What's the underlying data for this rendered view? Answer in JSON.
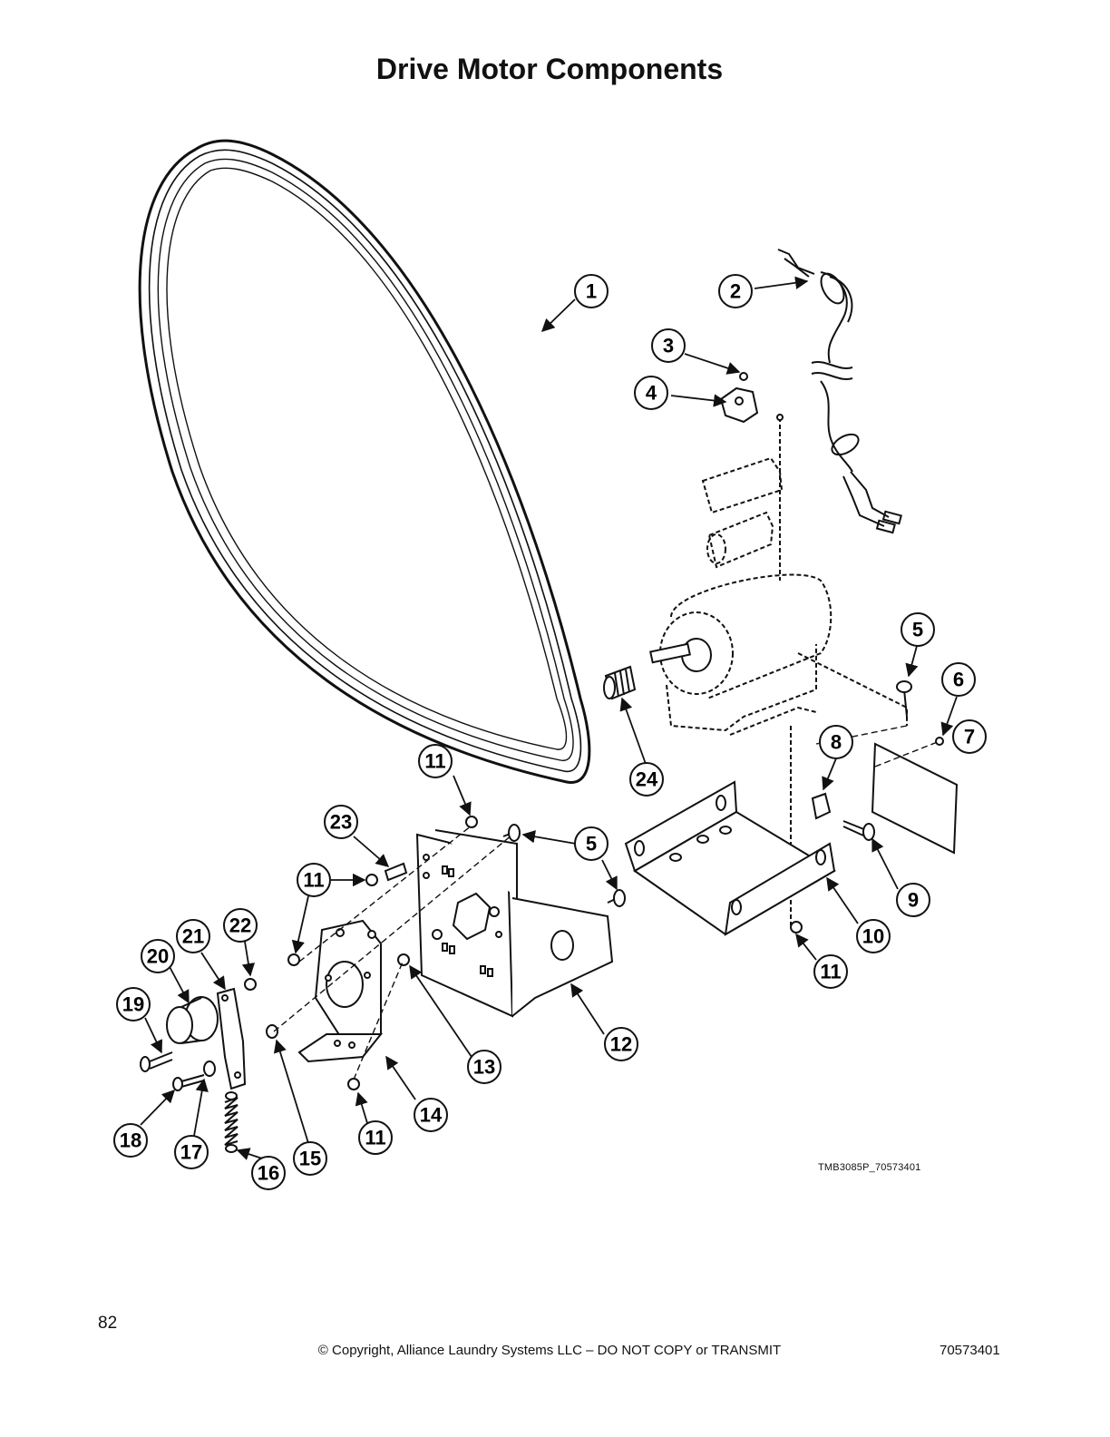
{
  "page": {
    "title": "Drive Motor Components",
    "drawing_code": "TMB3085P_70573401",
    "page_number": "82",
    "copyright": "© Copyright, Alliance Laundry Systems LLC – DO NOT COPY or TRANSMIT",
    "document_number": "70573401"
  },
  "callouts": [
    {
      "id": "c1",
      "label": "1"
    },
    {
      "id": "c2",
      "label": "2"
    },
    {
      "id": "c3",
      "label": "3"
    },
    {
      "id": "c4",
      "label": "4"
    },
    {
      "id": "c5a",
      "label": "5"
    },
    {
      "id": "c6",
      "label": "6"
    },
    {
      "id": "c7",
      "label": "7"
    },
    {
      "id": "c8",
      "label": "8"
    },
    {
      "id": "c9",
      "label": "9"
    },
    {
      "id": "c10",
      "label": "10"
    },
    {
      "id": "c11a",
      "label": "11"
    },
    {
      "id": "c11b",
      "label": "11"
    },
    {
      "id": "c11c",
      "label": "11"
    },
    {
      "id": "c11d",
      "label": "11"
    },
    {
      "id": "c12",
      "label": "12"
    },
    {
      "id": "c13",
      "label": "13"
    },
    {
      "id": "c14",
      "label": "14"
    },
    {
      "id": "c15",
      "label": "15"
    },
    {
      "id": "c16",
      "label": "16"
    },
    {
      "id": "c17",
      "label": "17"
    },
    {
      "id": "c18",
      "label": "18"
    },
    {
      "id": "c19",
      "label": "19"
    },
    {
      "id": "c20",
      "label": "20"
    },
    {
      "id": "c21",
      "label": "21"
    },
    {
      "id": "c22",
      "label": "22"
    },
    {
      "id": "c23",
      "label": "23"
    },
    {
      "id": "c24",
      "label": "24"
    },
    {
      "id": "c5b",
      "label": "5"
    }
  ]
}
